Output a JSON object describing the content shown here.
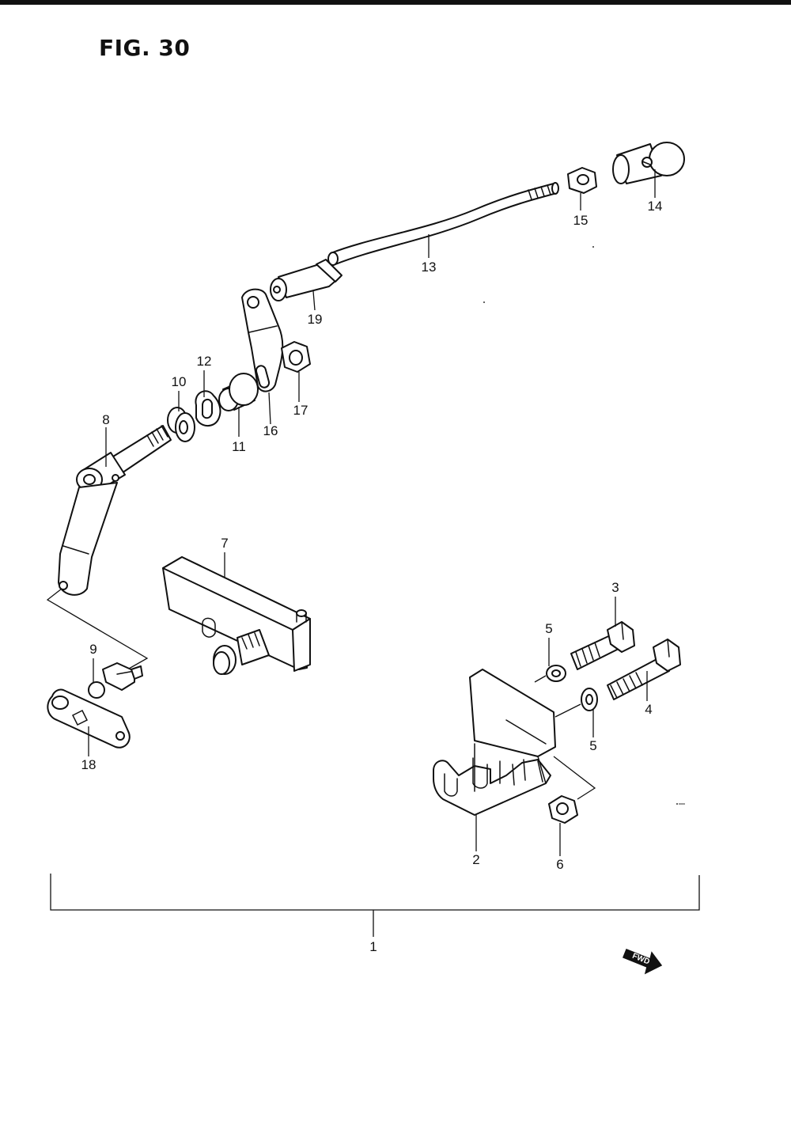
{
  "figure": {
    "title": "FIG. 30"
  },
  "callouts": {
    "p1": "1",
    "p2": "2",
    "p3": "3",
    "p4": "4",
    "p5a": "5",
    "p5b": "5",
    "p6": "6",
    "p7": "7",
    "p8": "8",
    "p9": "9",
    "p10": "10",
    "p11": "11",
    "p12": "12",
    "p13": "13",
    "p14": "14",
    "p15": "15",
    "p16": "16",
    "p17": "17",
    "p18": "18",
    "p19": "19"
  },
  "direction_marker": {
    "label": "FWD",
    "icon": "forward-arrow-icon"
  }
}
